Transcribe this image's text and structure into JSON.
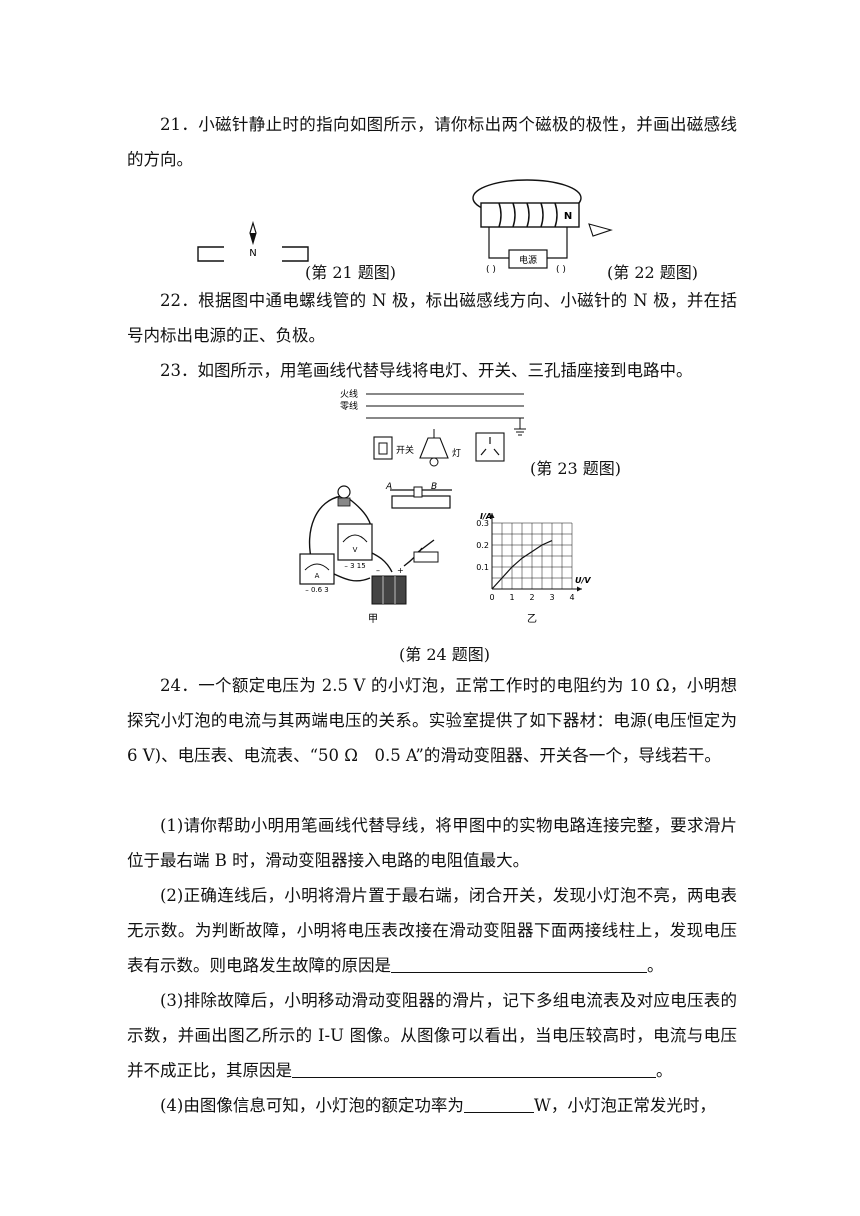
{
  "q21": {
    "text": "21．小磁针静止时的指向如图所示，请你标出两个磁极的极性，并画出磁感线的方向。",
    "caption": "(第 21 题图)",
    "needle_label": "N"
  },
  "q22": {
    "text": "22．根据图中通电螺线管的 N 极，标出磁感线方向、小磁针的 N 极，并在括号内标出电源的正、负极。",
    "caption": "(第 22 题图)",
    "pole_label": "N",
    "source_label": "电源",
    "bracket_left": "( )",
    "bracket_right": "( )"
  },
  "q23": {
    "text": "23．如图所示，用笔画线代替导线将电灯、开关、三孔插座接到电路中。",
    "caption": "(第 23 题图)",
    "live_label": "火线",
    "neutral_label": "零线",
    "switch_label": "开关",
    "lamp_label": "灯"
  },
  "q24": {
    "caption": "(第 24 题图)",
    "fig_a_label": "甲",
    "fig_b_label": "乙",
    "label_a": "A",
    "label_b": "B",
    "ammeter_scale": "– 0.6 3",
    "voltmeter_scale": "– 3 15",
    "ammeter_letter": "A",
    "voltmeter_letter": "V",
    "battery_plus": "+",
    "battery_minus": "–",
    "intro": "24．一个额定电压为 2.5 V 的小灯泡，正常工作时的电阻约为 10 Ω，小明想探究小灯泡的电流与其两端电压的关系。实验室提供了如下器材：电源(电压恒定为 6 V)、电压表、电流表、“50 Ω　0.5 A”的滑动变阻器、开关各一个，导线若干。",
    "p1": "(1)请你帮助小明用笔画线代替导线，将甲图中的实物电路连接完整，要求滑片位于最右端 B 时，滑动变阻器接入电路的电阻值最大。",
    "p2": "(2)正确连线后，小明将滑片置于最右端，闭合开关，发现小灯泡不亮，两电表无示数。为判断故障，小明将电压表改接在滑动变阻器下面两接线柱上，发现电压表有示数。则电路发生故障的原因是",
    "p3": "(3)排除故障后，小明移动滑动变阻器的滑片，记下多组电流表及对应电压表的示数，并画出图乙所示的 I-U 图像。从图像可以看出，当电压较高时，电流与电压并不成正比，其原因是",
    "p4a": "(4)由图像信息可知，小灯泡的额定功率为",
    "p4b": "W，小灯泡正常发光时，",
    "end_mark": "。"
  },
  "chart_data": {
    "type": "line",
    "xlabel": "U/V",
    "ylabel": "I/A",
    "xlim": [
      0,
      4
    ],
    "ylim": [
      0,
      0.3
    ],
    "xticks": [
      "0",
      "1",
      "2",
      "3",
      "4"
    ],
    "yticks": [
      "0.1",
      "0.2",
      "0.3"
    ],
    "grid": true,
    "x": [
      0,
      0.5,
      1,
      1.5,
      2,
      2.5,
      3
    ],
    "y": [
      0,
      0.05,
      0.1,
      0.14,
      0.17,
      0.2,
      0.22
    ]
  }
}
